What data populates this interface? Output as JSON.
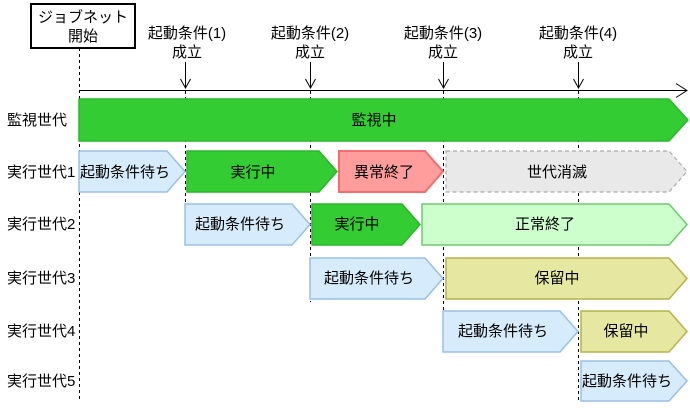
{
  "colors": {
    "monitoring": {
      "fill": "#33CC33",
      "stroke": "#2DB52D"
    },
    "waiting": {
      "fill": "#D6EBFB",
      "stroke": "#99BFE6"
    },
    "running": {
      "fill": "#33CC33",
      "stroke": "#2DB52D"
    },
    "abnormal": {
      "fill": "#FF9D9D",
      "stroke": "#F26D6D"
    },
    "vanished": {
      "fill": "#E9E9E9",
      "stroke": "#ABABAB"
    },
    "normal": {
      "fill": "#CCFFCC",
      "stroke": "#70C870"
    },
    "hold": {
      "fill": "#E6E8A2",
      "stroke": "#B3B34D"
    }
  },
  "start_box": {
    "line1": "ジョブネット",
    "line2": "開始"
  },
  "conditions": [
    {
      "line1": "起動条件(1)",
      "line2": "成立"
    },
    {
      "line1": "起動条件(2)",
      "line2": "成立"
    },
    {
      "line1": "起動条件(3)",
      "line2": "成立"
    },
    {
      "line1": "起動条件(4)",
      "line2": "成立"
    }
  ],
  "rows": [
    {
      "label": "監視世代",
      "bars": [
        {
          "text": "監視中",
          "state": "monitoring"
        }
      ]
    },
    {
      "label": "実行世代1",
      "bars": [
        {
          "text": "起動条件待ち",
          "state": "waiting"
        },
        {
          "text": "実行中",
          "state": "running"
        },
        {
          "text": "異常終了",
          "state": "abnormal"
        },
        {
          "text": "世代消滅",
          "state": "vanished"
        }
      ]
    },
    {
      "label": "実行世代2",
      "bars": [
        {
          "text": "起動条件待ち",
          "state": "waiting"
        },
        {
          "text": "実行中",
          "state": "running"
        },
        {
          "text": "正常終了",
          "state": "normal"
        }
      ]
    },
    {
      "label": "実行世代3",
      "bars": [
        {
          "text": "起動条件待ち",
          "state": "waiting"
        },
        {
          "text": "保留中",
          "state": "hold"
        }
      ]
    },
    {
      "label": "実行世代4",
      "bars": [
        {
          "text": "起動条件待ち",
          "state": "waiting"
        },
        {
          "text": "保留中",
          "state": "hold"
        }
      ]
    },
    {
      "label": "実行世代5",
      "bars": [
        {
          "text": "起動条件待ち",
          "state": "waiting"
        }
      ]
    }
  ]
}
